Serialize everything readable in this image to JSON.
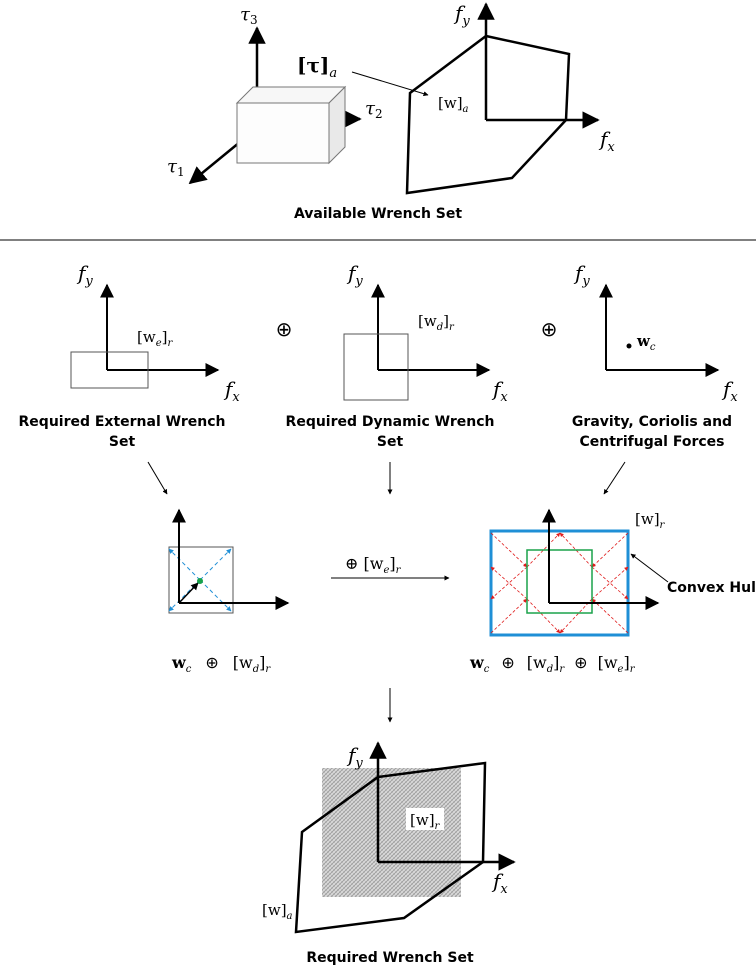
{
  "top_section": {
    "title": "Available Wrench Set",
    "tau1": "τ",
    "tau1_sub": "1",
    "tau2": "τ",
    "tau2_sub": "2",
    "tau3": "τ",
    "tau3_sub": "3",
    "tau_set_label": "[τ]",
    "tau_set_sub": "a",
    "w_a_label": "[w]",
    "w_a_sub": "a",
    "fx": "f",
    "fx_sub": "x",
    "fy": "f",
    "fy_sub": "y"
  },
  "middle_section": {
    "external": {
      "caption_line1": "Required External Wrench",
      "caption_line2": "Set",
      "label": "[w",
      "label_sub": "e",
      "label_close": "]",
      "label_r": "r"
    },
    "dynamic": {
      "caption_line1": "Required Dynamic Wrench",
      "caption_line2": "Set",
      "label": "[w",
      "label_sub": "d",
      "label_close": "]",
      "label_r": "r"
    },
    "gravity": {
      "caption_line1": "Gravity, Coriolis and",
      "caption_line2": "Centrifugal Forces",
      "label": "w",
      "label_sub": "c"
    },
    "oplus": "⊕",
    "fx": "f",
    "fx_sub": "x",
    "fy": "f",
    "fy_sub": "y"
  },
  "sum_section": {
    "left_expr": [
      "w",
      "c",
      "⊕",
      "[w",
      "d",
      "]",
      "r"
    ],
    "arrow_label": "⊕ [w",
    "arrow_label_sub": "e",
    "arrow_label_close": "]",
    "arrow_label_r": "r",
    "right_expr": [
      "w",
      "c",
      "⊕",
      "[w",
      "d",
      "]",
      "r",
      "⊕",
      "[w",
      "e",
      "]",
      "r"
    ],
    "wr_label": "[w]",
    "wr_sub": "r",
    "convex_hull": "Convex Hull"
  },
  "bottom_section": {
    "title": "Required Wrench Set",
    "wr_label": "[w]",
    "wr_sub": "r",
    "wa_label": "[w]",
    "wa_sub": "a",
    "fx": "f",
    "fx_sub": "x",
    "fy": "f",
    "fy_sub": "y"
  },
  "colors": {
    "blue": "#1f8fd6",
    "green": "#1aa24a",
    "red": "#e01b1b",
    "hatch": "#b8b8b8"
  }
}
